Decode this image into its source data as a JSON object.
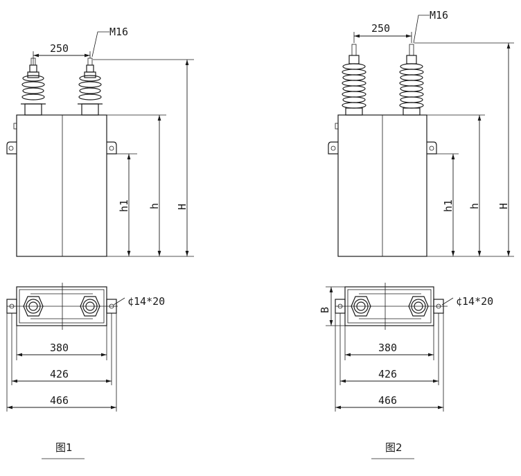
{
  "figures": [
    {
      "caption": "图1",
      "terminal_label": "M16",
      "terminal_spacing": "250",
      "hole_label": "¢14*20",
      "height_labels": {
        "h1": "h1",
        "h": "h",
        "H": "H"
      },
      "base_widths": [
        "380",
        "426",
        "466"
      ]
    },
    {
      "caption": "图2",
      "terminal_label": "M16",
      "terminal_spacing": "250",
      "hole_label": "¢14*20",
      "height_labels": {
        "h1": "h1",
        "h": "h",
        "H": "H"
      },
      "depth_label": "B",
      "base_widths": [
        "380",
        "426",
        "466"
      ]
    }
  ]
}
